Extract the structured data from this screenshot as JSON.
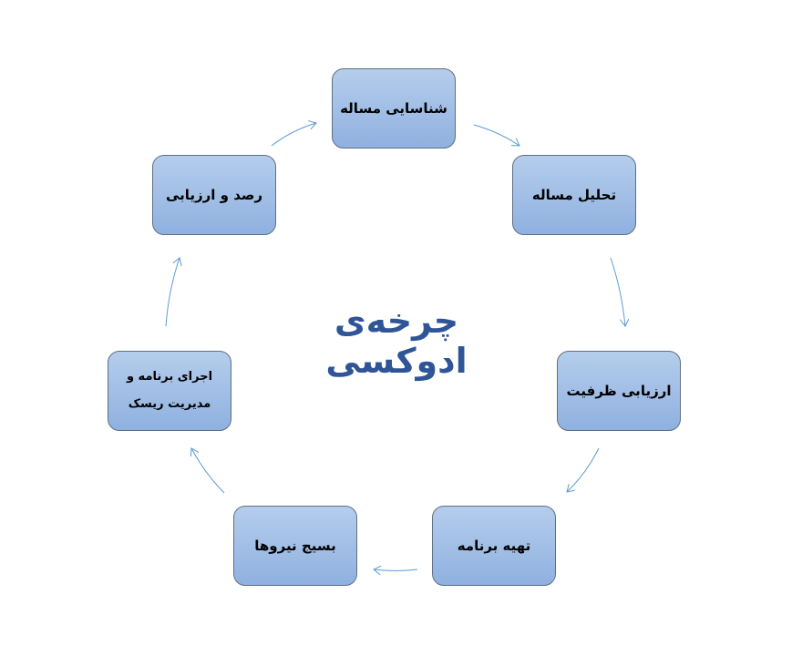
{
  "title": "چرخه‌ی ادوکسی",
  "steps": [
    {
      "label": "شناسایی مساله"
    },
    {
      "label": "تحلیل مساله"
    },
    {
      "label": "ارزیابی ظرفیت"
    },
    {
      "label": "تهیه برنامه"
    },
    {
      "label": "بسیج نیروها"
    },
    {
      "label": "اجرای برنامه و مدیریت ریسک"
    },
    {
      "label": "رصد و ارزیابی"
    }
  ],
  "colors": {
    "title": "#2f5597",
    "box_top": "#b5cdec",
    "box_bottom": "#8fb1e0",
    "arrow": "#5b9bd5"
  }
}
